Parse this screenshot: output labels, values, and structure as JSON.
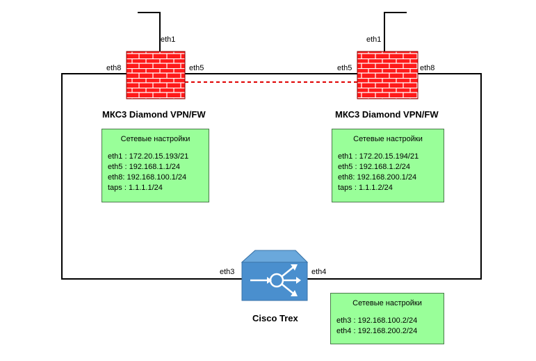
{
  "firewall_left": {
    "name": "МКС3 Diamond VPN/FW",
    "iface_top": "eth1",
    "iface_left": "eth8",
    "iface_right": "eth5"
  },
  "firewall_right": {
    "name": "МКС3 Diamond VPN/FW",
    "iface_top": "eth1",
    "iface_left": "eth5",
    "iface_right": "eth8"
  },
  "router": {
    "name": "Cisco Trex",
    "iface_left": "eth3",
    "iface_right": "eth4"
  },
  "settings_left": {
    "title": "Сетевые настройки",
    "lines": [
      "eth1 : 172.20.15.193/21",
      "eth5 : 192.168.1.1/24",
      "eth8: 192.168.100.1/24",
      "taps : 1.1.1.1/24"
    ]
  },
  "settings_right": {
    "title": "Сетевые настройки",
    "lines": [
      "eth1 : 172.20.15.194/21",
      "eth5 : 192.168.1.2/24",
      "eth8: 192.168.200.1/24",
      "taps : 1.1.1.2/24"
    ]
  },
  "settings_router": {
    "title": "Сетевые настройки",
    "lines": [
      "eth3 : 192.168.100.2/24",
      "eth4 : 192.168.200.2/24"
    ]
  },
  "colors": {
    "firewall_red": "#ff1a1a",
    "tunnel_red": "#e00000",
    "router_blue": "#4a8fce",
    "settings_green": "#99ff99"
  }
}
